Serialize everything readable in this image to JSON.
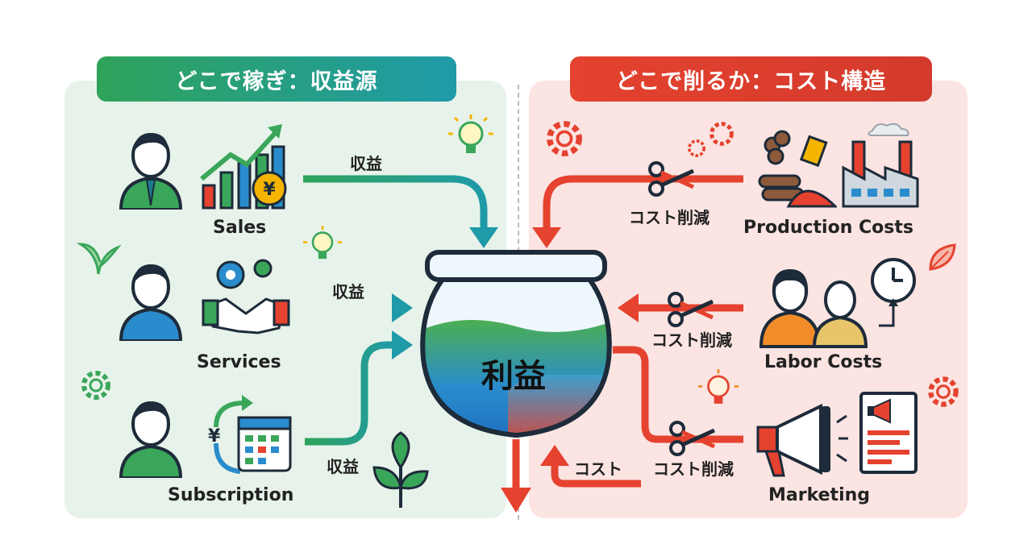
{
  "revenue": {
    "header": "どこで稼ぎ：収益源",
    "sources": [
      {
        "label": "Sales",
        "flow": "収益"
      },
      {
        "label": "Services",
        "flow": "収益"
      },
      {
        "label": "Subscription",
        "flow": "収益"
      }
    ],
    "currency_symbol": "¥"
  },
  "costs": {
    "header": "どこで削るか：コスト構造",
    "items": [
      {
        "label": "Production Costs",
        "flow": "コスト削減"
      },
      {
        "label": "Labor Costs",
        "flow": "コスト削減"
      },
      {
        "label": "Marketing",
        "flow": "コスト削減"
      }
    ],
    "outflow": "コスト"
  },
  "center": {
    "label": "利益"
  },
  "colors": {
    "green": "#2fa35a",
    "teal": "#1f9aa8",
    "red": "#e5422f",
    "navy": "#1d2b3a"
  }
}
